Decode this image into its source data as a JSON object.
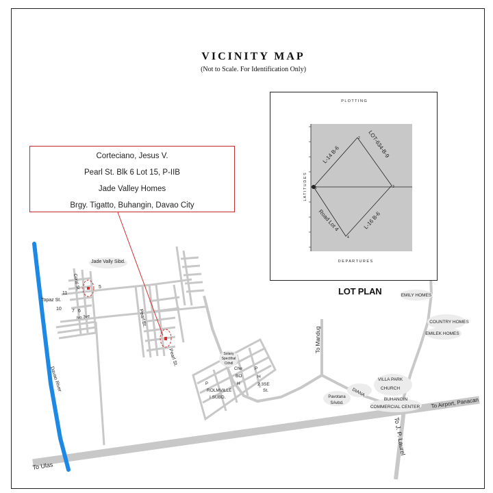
{
  "map": {
    "title": "VICINITY MAP",
    "subtitle": "(Not to Scale. For Identification Only)"
  },
  "owner": {
    "lines": [
      "Corteciano, Jesus V.",
      "Pearl St. Blk 6 Lot 15, P-IIB",
      "Jade Valley  Homes",
      "Brgy.  Tigatto,  Buhangin, Davao City"
    ]
  },
  "lot_plan": {
    "label": "LOT PLAN",
    "plotting": "P L O T T I N G",
    "latitudes": "L A T I T U D E S",
    "departures": "D E P A R T U R E S",
    "edges": {
      "top_left": "L-14  B-6",
      "top_right": "LOT-634-B-9",
      "bottom_left": "Road Lot 4",
      "bottom_right": "L-16  B-6"
    },
    "corners": [
      "1",
      "2",
      "3",
      "4"
    ]
  },
  "labels": {
    "jade_vally": "Jade Vally Sibd.",
    "topaz": "Topaz   St.",
    "num_11": "11",
    "num_10": "10",
    "num_5": "5",
    "num_7": "7",
    "num_6": "6",
    "coral": "Coral St.",
    "ave": "Ivo  3ve",
    "pearl_upper": "Pearl St.",
    "pearl_lower": "Pearl   St.",
    "davao_river": "Davao River",
    "to_mandug": "To Mandug",
    "emily": "EMILY HOMES",
    "country": "COUNTRY HOMES",
    "emilek": "EMILEK HOMES",
    "villa_park": "VILLA PARK",
    "church": "CHURCH",
    "buhangin": "BUHANGIN",
    "commercial": "COMMERCIAL CENTER",
    "diana": "DIANA",
    "pavotana_1": "Pavotana",
    "pavotana_2": "SAvbd.",
    "to_airport": "To Airport, Panacan",
    "to_jp": "To J. P. Laurel",
    "to_ulas": "To Ulas",
    "solany_1": "Solany",
    "solany_2": "Spectthal",
    "solany_3": "Cithdl",
    "p_left": "P",
    "rolmville_1": "ROLMVILLE",
    "rolmville_2": "I SUBD.",
    "p_grid": [
      "Che",
      "BO",
      "H",
      "P",
      "H",
      "2 3SE",
      "St."
    ]
  },
  "colors": {
    "river": "#1e88e5",
    "leader": "#d32f2f",
    "road": "#c8c8c8",
    "panel": "#c8c8c8"
  }
}
